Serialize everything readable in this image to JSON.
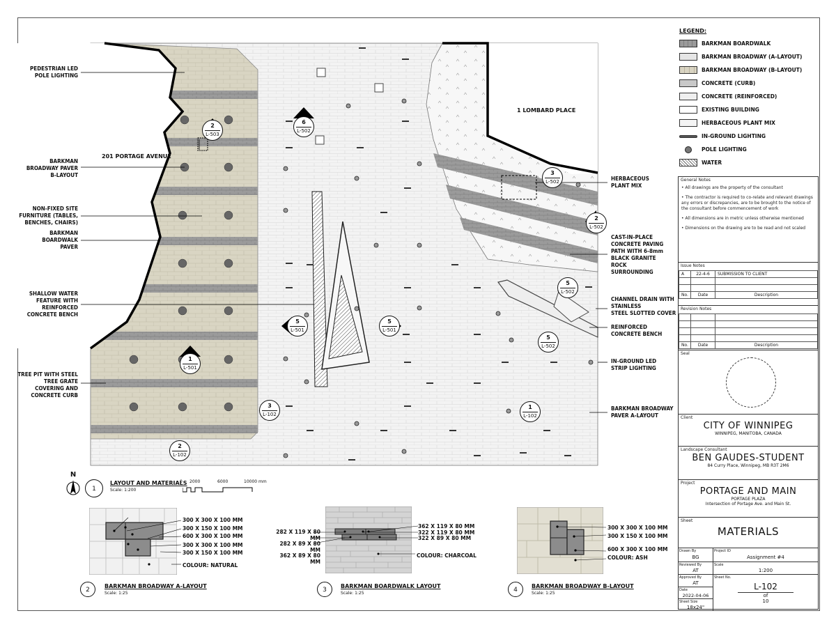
{
  "plan": {
    "street_labels": [
      "201 PORTAGE AVENUE",
      "1 LOMBARD PLACE"
    ],
    "left_callouts": [
      "PEDESTRIAN LED\nPOLE LIGHTING",
      "BARKMAN\nBROADWAY PAVER\nB-LAYOUT",
      "NON-FIXED SITE\nFURNITURE (TABLES,\nBENCHES, CHAIRS)",
      "BARKMAN\nBOARDWALK\nPAVER",
      "SHALLOW WATER\nFEATURE WITH\nREINFORCED\nCONCRETE BENCH",
      "TREE PIT WITH STEEL\nTREE GRATE\nCOVERING AND\nCONCRETE CURB"
    ],
    "right_callouts": [
      "HERBACEOUS\nPLANT MIX",
      "CAST-IN-PLACE\nCONCRETE PAVING\nPATH WITH 6-8mm\nBLACK GRANITE\nROCK\nSURROUNDING",
      "CHANNEL DRAIN WITH\nSTAINLESS\nSTEEL SLOTTED COVER",
      "REINFORCED\nCONCRETE BENCH",
      "IN-GROUND LED\nSTRIP LIGHTING",
      "BARKMAN BROADWAY\nPAVER A-LAYOUT"
    ],
    "section_markers": [
      {
        "num": "6",
        "sheet": "L-502"
      },
      {
        "num": "2",
        "sheet": "L-503"
      },
      {
        "num": "3",
        "sheet": "L-502"
      },
      {
        "num": "2",
        "sheet": "L-502"
      },
      {
        "num": "5",
        "sheet": "L-502"
      },
      {
        "num": "5",
        "sheet": "L-501"
      },
      {
        "num": "5",
        "sheet": "L-501"
      },
      {
        "num": "5",
        "sheet": "L-502"
      },
      {
        "num": "1",
        "sheet": "L-501"
      },
      {
        "num": "3",
        "sheet": "L-102"
      },
      {
        "num": "1",
        "sheet": "L-102"
      },
      {
        "num": "2",
        "sheet": "L-102"
      }
    ]
  },
  "main_title": {
    "north": "N",
    "num": "1",
    "title": "LAYOUT AND MATERIALS",
    "scale": "Scale: 1:200",
    "scalebar": [
      "0",
      "2000",
      "6000",
      "10000 mm"
    ]
  },
  "details": [
    {
      "num": "2",
      "title": "BARKMAN BROADWAY A-LAYOUT",
      "scale": "Scale: 1:25",
      "dims": [
        "300 X 300 X 100 MM",
        "300 X 150 X 100 MM",
        "600 X 300 X 100 MM",
        "300 X 300 X 100 MM",
        "300 X 150 X 100 MM"
      ],
      "colour": "COLOUR: NATURAL"
    },
    {
      "num": "3",
      "title": "BARKMAN BOARDWALK LAYOUT",
      "scale": "Scale: 1:25",
      "dims_left": [
        "282 X 119 X 80 MM",
        "282 X 89 X 80 MM",
        "362 X 89 X 80 MM"
      ],
      "dims_right": [
        "362 X 119 X 80 MM",
        "322 X 119 X 80 MM",
        "322 X 89 X 80 MM"
      ],
      "colour": "COLOUR: CHARCOAL"
    },
    {
      "num": "4",
      "title": "BARKMAN BROADWAY B-LAYOUT",
      "scale": "Scale: 1:25",
      "dims": [
        "300 X 300 X 100 MM",
        "300 X 150 X 100 MM",
        "600 X 300 X 100 MM"
      ],
      "colour": "COLOUR: ASH"
    }
  ],
  "legend": {
    "title": "LEGEND:",
    "items": [
      {
        "label": "BARKMAN BOARDWALK",
        "swatch": "#9a9a9a"
      },
      {
        "label": "BARKMAN BROADWAY (A-LAYOUT)",
        "swatch": "#e4e4e4"
      },
      {
        "label": "BARKMAN BROADWAY (B-LAYOUT)",
        "swatch": "#d9d4c2"
      },
      {
        "label": "CONCRETE (CURB)",
        "swatch": "#c8c8c8"
      },
      {
        "label": "CONCRETE (REINFORCED)",
        "swatch": "#efefef"
      },
      {
        "label": "EXISTING BUILDING",
        "swatch": "#ffffff"
      },
      {
        "label": "HERBACEOUS PLANT MIX",
        "swatch": "#f4f4f4"
      },
      {
        "label": "IN-GROUND LIGHTING",
        "swatch": "#555555"
      },
      {
        "label": "POLE LIGHTING",
        "swatch": "#777777"
      },
      {
        "label": "WATER",
        "swatch": "#dddddd"
      }
    ]
  },
  "title_block": {
    "general_notes_h": "General Notes",
    "notes": [
      "• All drawings are the property of the consultant",
      "• The contractor is required to co-relate and relevant drawings any errors or discrepancies, are to be brought to the notice of the consultant before commencement of work",
      "• All dimensions are in metric unless otherwise mentioned",
      "• Dimensions on the drawing are to be read and not scaled"
    ],
    "issue_notes_h": "Issue Notes",
    "issue_row": {
      "no": "A",
      "date": "22-4-6",
      "desc": "SUBMISSION TO CLIENT"
    },
    "col_no": "No.",
    "col_date": "Date",
    "col_desc": "Description",
    "revision_notes_h": "Revision Notes",
    "seal_h": "Seal",
    "client_h": "Client",
    "client_name": "CITY OF WINNIPEG",
    "client_sub": "WINNIPEG, MANITOBA, CANADA",
    "consultant_h": "Landscape Consultant",
    "consultant_name": "BEN GAUDES-STUDENT",
    "consultant_sub": "84 Curry Place, Winnipeg, MB R3T 2M6",
    "project_h": "Project",
    "project_name": "PORTAGE AND MAIN",
    "project_sub1": "PORTAGE PLAZA",
    "project_sub2": "Intersection of Portage Ave. and Main St.",
    "sheet_h": "Sheet",
    "sheet_name": "MATERIALS",
    "drawn_by_h": "Drawn By",
    "drawn_by": "BG",
    "project_id_h": "Project ID",
    "project_id": "Assignment #4",
    "reviewed_by_h": "Reviewed By",
    "reviewed_by": "AT",
    "scale_h": "Scale",
    "scale": "1:200",
    "approved_by_h": "Approved By",
    "approved_by": "AT",
    "sheet_no_h": "Sheet No.",
    "sheet_no": "L-102",
    "date_h": "Date",
    "date": "2022-04-06",
    "of": "of",
    "of_total": "10",
    "sheet_size_h": "Sheet Size",
    "sheet_size": "18x24\""
  }
}
